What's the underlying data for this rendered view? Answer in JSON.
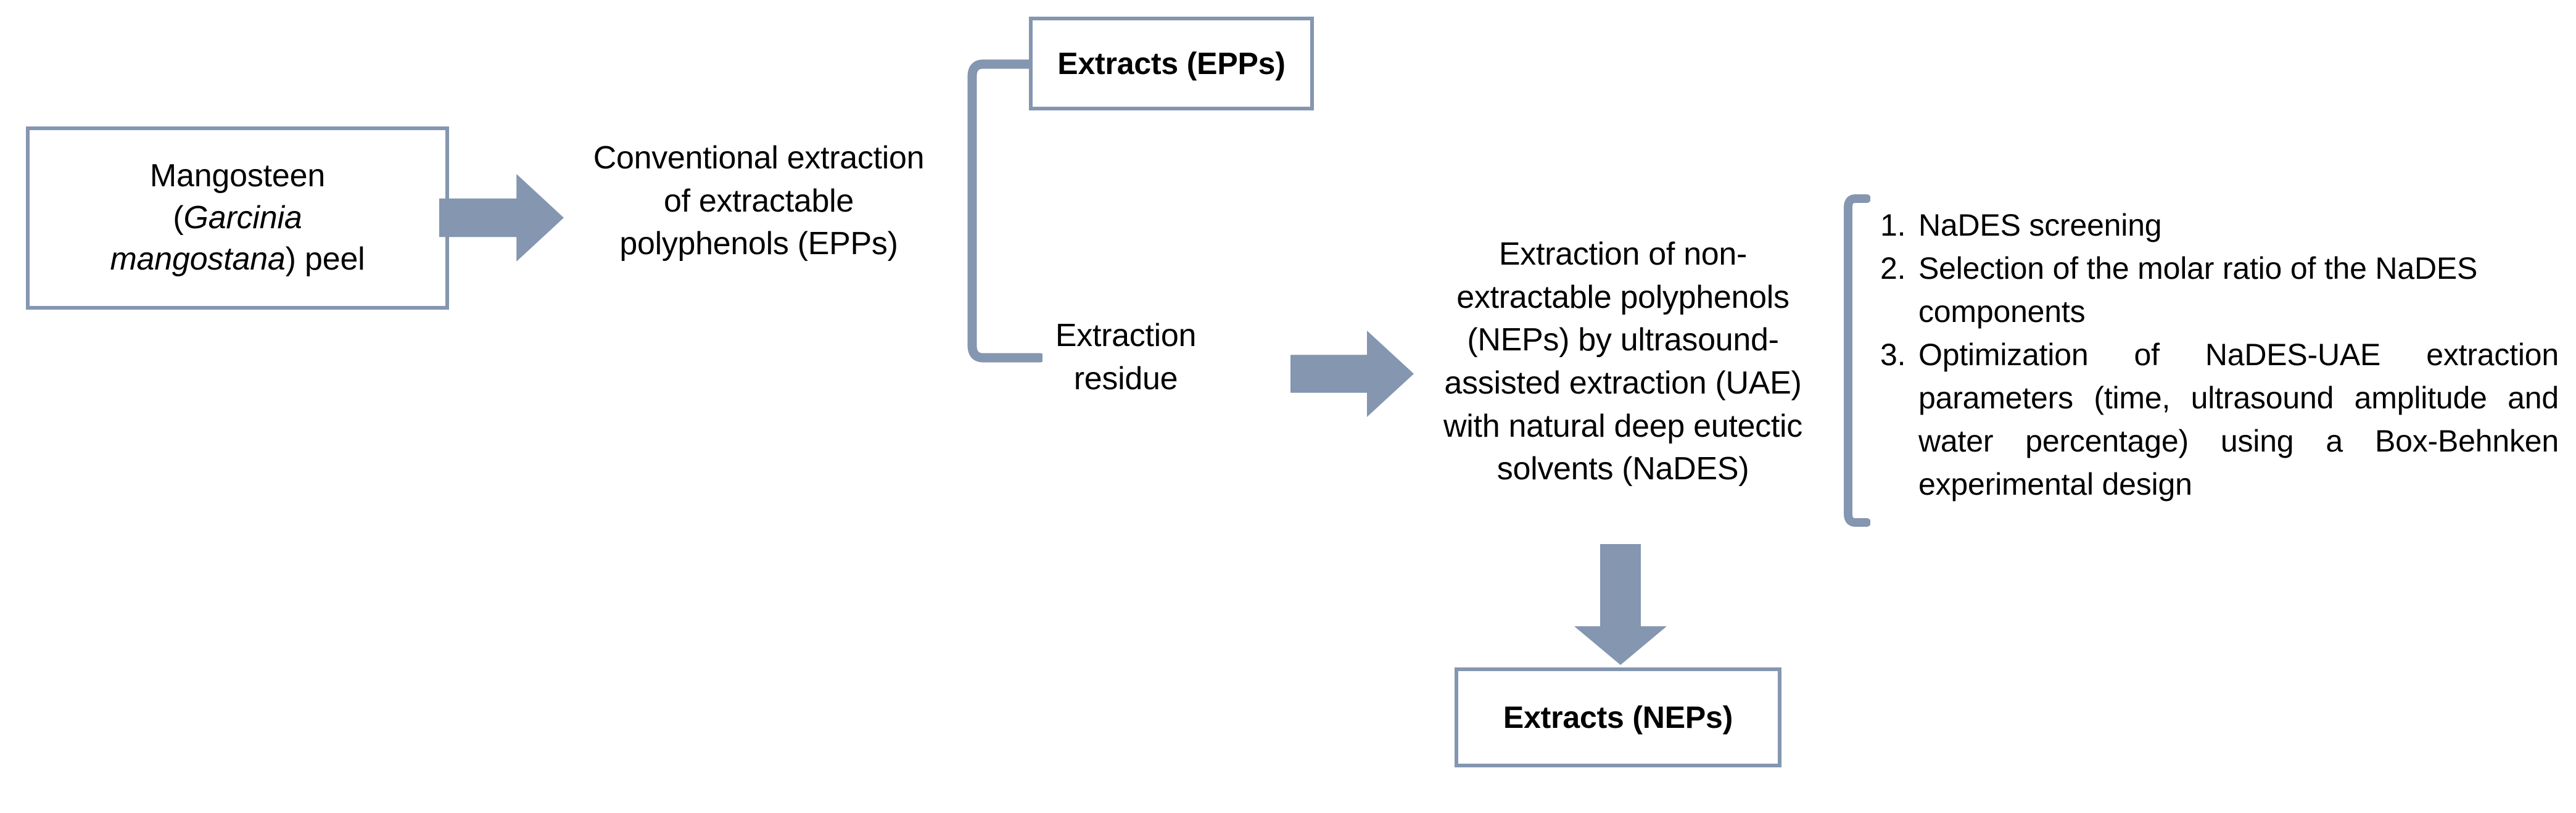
{
  "figure": {
    "type": "process-flow-diagram",
    "accent_color": "#8496B0",
    "background_color": "#FFFFFF",
    "text_color": "#000000"
  },
  "nodes": {
    "source_material": {
      "line1": "Mangosteen",
      "line2_open": "(",
      "line2_species_a": "Garcinia",
      "line3_species_b": "mangostana",
      "line3_tail": ") peel"
    },
    "conventional_extraction": {
      "line1": "Conventional extraction",
      "line2": "of extractable",
      "line3": "polyphenols (EPPs)"
    },
    "extracts_epps": {
      "label": "Extracts (EPPs)"
    },
    "extraction_residue": {
      "line1": "Extraction",
      "line2": "residue"
    },
    "nep_extraction": {
      "line1": "Extraction of non-",
      "line2": "extractable polyphenols",
      "line3": "(NEPs) by ultrasound-",
      "line4": "assisted extraction (UAE)",
      "line5": "with natural deep eutectic",
      "line6": "solvents (NaDES)"
    },
    "extracts_neps": {
      "label": "Extracts (NEPs)"
    }
  },
  "steps_list": {
    "items": [
      {
        "marker": "1.",
        "text": "NaDES screening"
      },
      {
        "marker": "2.",
        "text": "Selection of the molar ratio of the NaDES components"
      },
      {
        "marker": "3.",
        "text": "Optimization of NaDES-UAE extraction parameters (time, ultrasound amplitude and water percentage) using a Box-Behnken experimental design"
      }
    ]
  },
  "connectors": {
    "arrow_source_to_conventional": "arrow-right",
    "arrow_residue_to_nep": "arrow-right",
    "arrow_nep_to_extracts": "arrow-down",
    "split_bracket": "brace-right-split",
    "steps_bracket": "square-bracket-left"
  }
}
